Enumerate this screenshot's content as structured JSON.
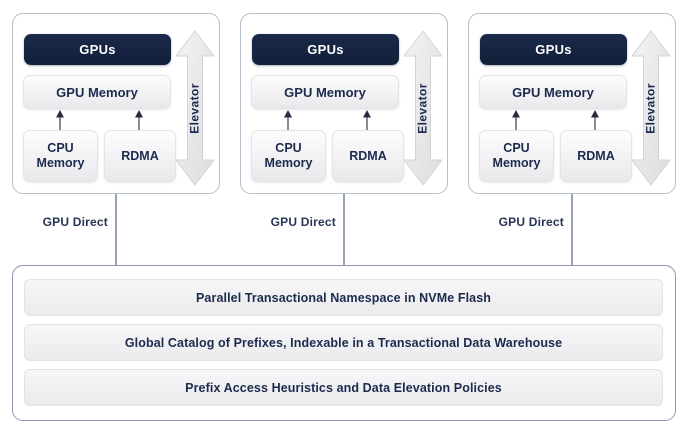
{
  "colors": {
    "navy": "#142240",
    "label_text": "#1c2a4d",
    "node_border": "#b6bdcb",
    "container_border": "#8e98ac",
    "connector_line": "#9aa3b4",
    "light_box": "#ededf0"
  },
  "nodes": [
    {
      "gpus": "GPUs",
      "gpu_memory": "GPU Memory",
      "cpu_memory": "CPU Memory",
      "rdma": "RDMA",
      "elevator": "Elevator",
      "link": "GPU Direct"
    },
    {
      "gpus": "GPUs",
      "gpu_memory": "GPU Memory",
      "cpu_memory": "CPU Memory",
      "rdma": "RDMA",
      "elevator": "Elevator",
      "link": "GPU Direct"
    },
    {
      "gpus": "GPUs",
      "gpu_memory": "GPU Memory",
      "cpu_memory": "CPU Memory",
      "rdma": "RDMA",
      "elevator": "Elevator",
      "link": "GPU Direct"
    }
  ],
  "storage": {
    "layers": [
      "Parallel Transactional Namespace in NVMe Flash",
      "Global Catalog of Prefixes, Indexable in a Transactional Data Warehouse",
      "Prefix Access Heuristics and Data Elevation Policies"
    ]
  }
}
